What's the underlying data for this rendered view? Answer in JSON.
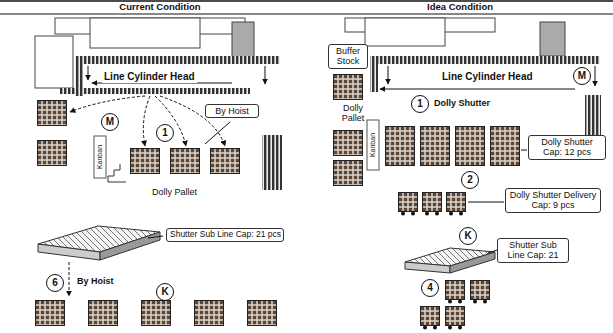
{
  "diagram": {
    "nodes": [
      {
        "text": [
          "M"
        ]
      },
      {
        "text": [
          "1"
        ]
      },
      {
        "text": [
          "By Hoist"
        ]
      },
      {
        "text": [
          "Shutter Sub Line Cap: 21 pcs"
        ]
      },
      {
        "text": [
          "6"
        ]
      },
      {
        "text": [
          "K"
        ]
      },
      {
        "text": [
          "Buffer Stock"
        ]
      },
      {
        "text": [
          "M"
        ]
      },
      {
        "text": [
          "1"
        ]
      },
      {
        "text": [
          "Dolly Shutter Cap: 12 pcs"
        ]
      },
      {
        "text": [
          "2"
        ]
      },
      {
        "text": [
          "Dolly Shutter Delivery Cap: 9 pcs"
        ]
      },
      {
        "text": [
          "K"
        ]
      },
      {
        "text": [
          "Shutter Sub Line Cap: 21"
        ]
      },
      {
        "text": [
          "4"
        ]
      }
    ],
    "labels": [
      "Current Condition",
      "Idea Condition",
      "Line Cylinder Head",
      "Kanban",
      "Dolly Pallet",
      "By Hoist",
      "Line Cylinder Head",
      "Dolly Pallet",
      "Dolly Shutter",
      "Kanban"
    ]
  }
}
